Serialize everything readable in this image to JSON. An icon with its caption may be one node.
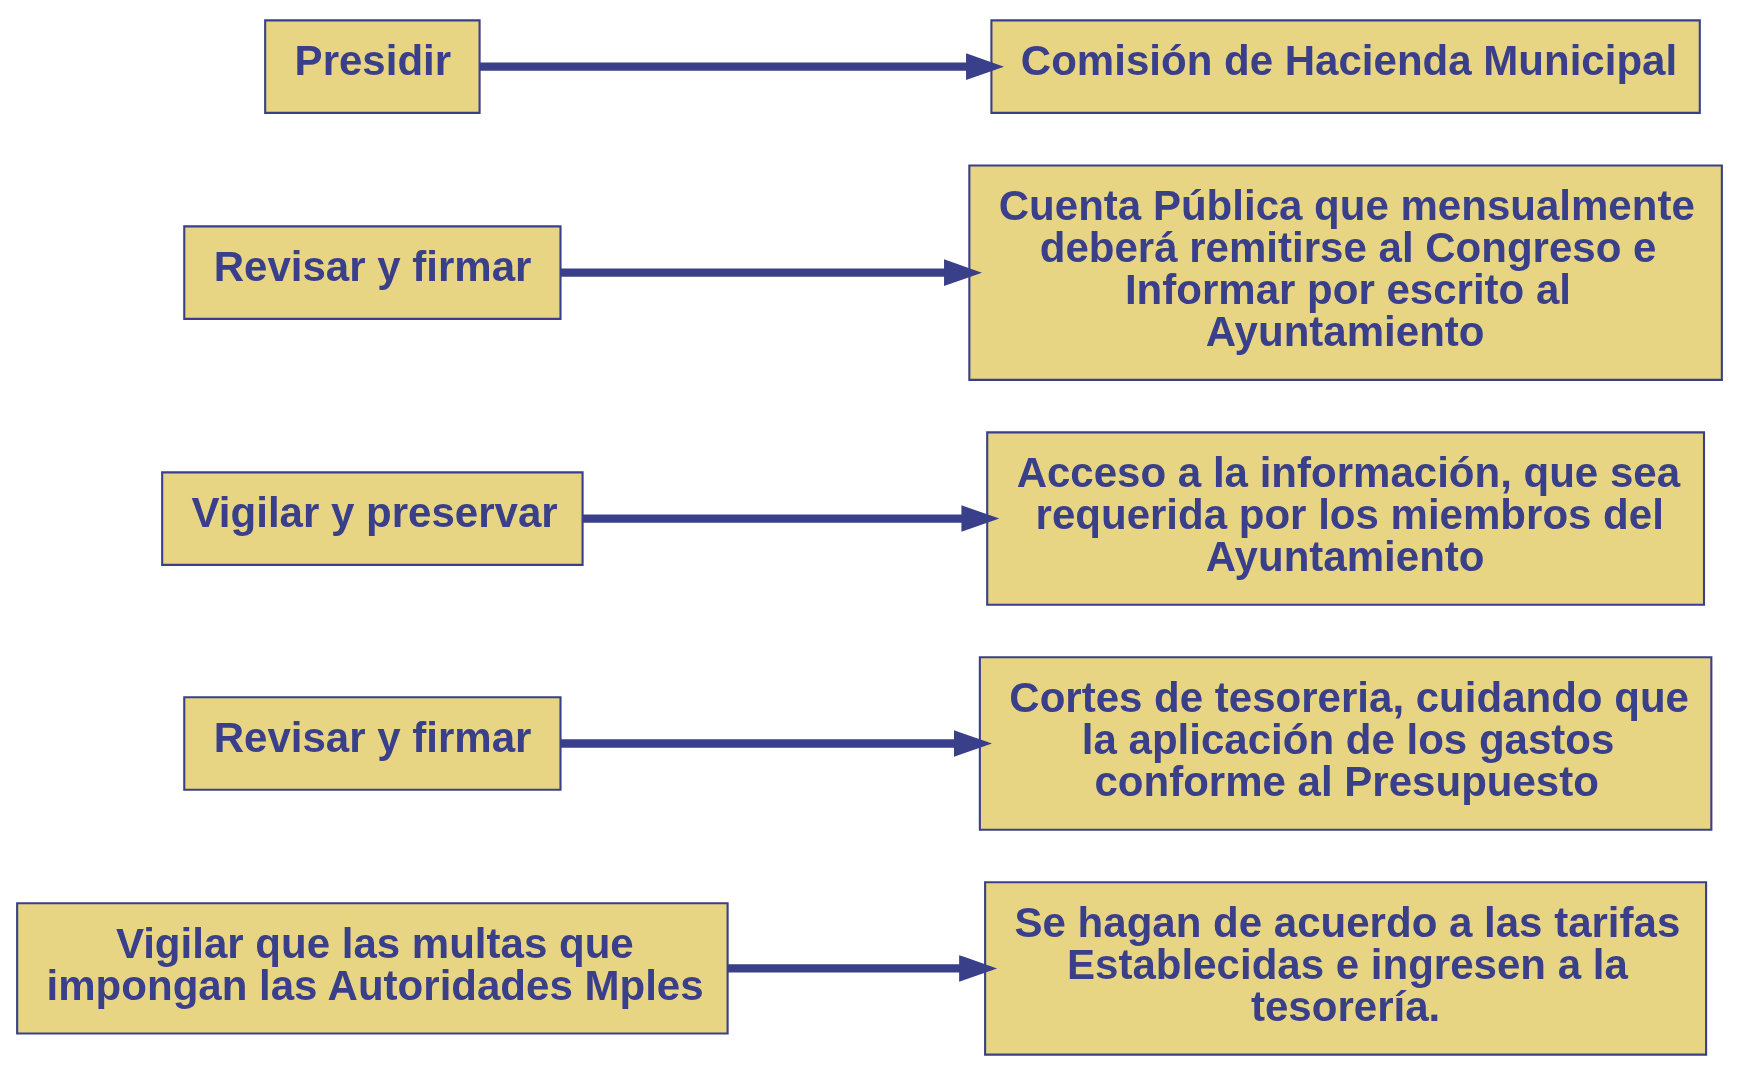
{
  "diagram": {
    "nodes": [
      {
        "text": [
          "Presidir"
        ]
      },
      {
        "text": [
          "Comisión de Hacienda Municipal"
        ]
      },
      {
        "text": [
          "Revisar y firmar"
        ]
      },
      {
        "text": [
          "Cuenta Pública que mensualmente deberá remitirse al Congreso e Informar por escrito al Ayuntamiento"
        ]
      },
      {
        "text": [
          "Vigilar y preservar"
        ]
      },
      {
        "text": [
          "Acceso a la información, que sea requerida por los miembros del Ayuntamiento"
        ]
      },
      {
        "text": [
          "Revisar y firmar"
        ]
      },
      {
        "text": [
          "Cortes de tesoreria, cuidando que la aplicación de los gastos conforme al Presupuesto"
        ]
      },
      {
        "text": [
          "Vigilar que las multas que impongan las Autoridades Mples"
        ]
      },
      {
        "text": [
          "Se hagan de acuerdo a las tarifas Establecidas e ingresen a la tesorería."
        ]
      }
    ],
    "edges": [
      {
        "from": 0,
        "to": 1,
        "arrow": "to"
      },
      {
        "from": 2,
        "to": 3,
        "arrow": "to"
      },
      {
        "from": 4,
        "to": 5,
        "arrow": "to"
      },
      {
        "from": 6,
        "to": 7,
        "arrow": "to"
      },
      {
        "from": 8,
        "to": 9,
        "arrow": "to"
      }
    ]
  }
}
